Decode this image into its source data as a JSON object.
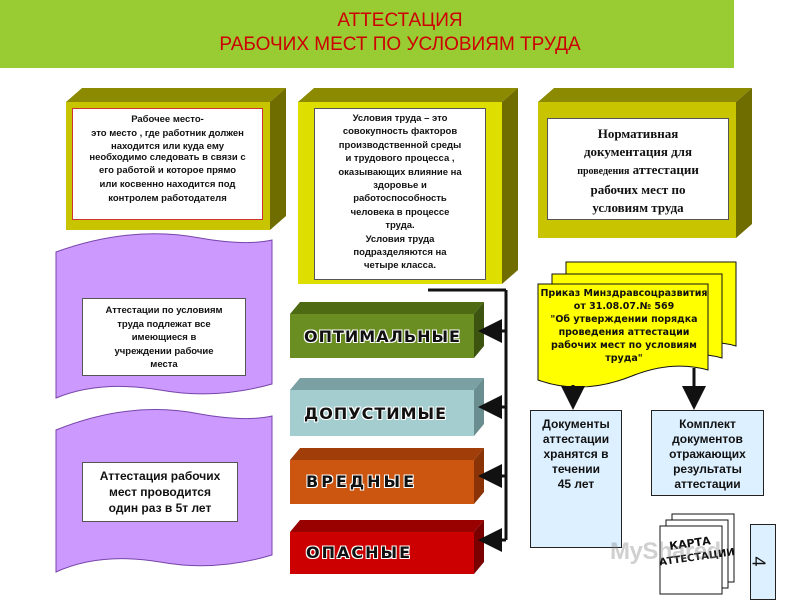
{
  "title": {
    "line1": "АТТЕСТАЦИЯ",
    "line2": "РАБОЧИХ  МЕСТ ПО УСЛОВИЯМ ТРУДА"
  },
  "boxes": {
    "workplace": {
      "line1": "Рабочее  место-",
      "line2": "это место , где работник должен",
      "line3": "находится или  куда  ему",
      "line4": "необходимо следовать  в связи с",
      "line5": "его  работой и которое  прямо",
      "line6": "или  косвенно  находится под",
      "line7": "контролем  работодателя"
    },
    "conditions": {
      "line1": "Условия  труда – это",
      "line2": "совокупность  факторов",
      "line3": "производственной  среды",
      "line4": "и трудового  процесса ,",
      "line5": "оказывающих  влияние  на",
      "line6": "здоровье  и",
      "line7": "работоспособность",
      "line8": "человека  в процессе",
      "line9": "труда.",
      "line10": "Условия  труда",
      "line11": "подразделяются    на",
      "line12": "четыре   класса."
    },
    "normative": {
      "line1": "Нормативная",
      "line2": "документация для",
      "line3a": "проведения",
      "line3b": "аттестации",
      "line4": "рабочих мест по",
      "line5": "условиям труда"
    }
  },
  "scrolls": {
    "subject": {
      "line1": "Аттестации  по  условиям",
      "line2": "труда  подлежат   все",
      "line3": "имеющиеся   в",
      "line4": "учреждении   рабочие",
      "line5": "места"
    },
    "period": {
      "line1": "Аттестация рабочих",
      "line2": "мест проводится",
      "line3": "один раз в 5т лет"
    }
  },
  "classes": [
    {
      "label": "ОПТИМАЛЬНЫЕ",
      "color": "#6b8e23"
    },
    {
      "label": "ДОПУСТИМЫЕ",
      "color": "#9fc5c8"
    },
    {
      "label": "ВРЕДНЫЕ",
      "color": "#c8500f"
    },
    {
      "label": "ОПАСНЫЕ",
      "color": "#c00000"
    }
  ],
  "order": {
    "line1": "Приказ Минздравсоцразвития",
    "line2": "от  31.08.07.№ 569",
    "line3": "\"Об утверждении  порядка",
    "line4": "проведения   аттестации",
    "line5": "рабочих мест по условиям",
    "line6": "труда\""
  },
  "documents": {
    "storage": {
      "line1": "Документы",
      "line2": "аттестации",
      "line3": "хранятся в",
      "line4": "течении",
      "line5": "45 лет"
    },
    "set": {
      "line1": "Комплект",
      "line2": "документов",
      "line3": "отражающих",
      "line4": "результаты",
      "line5": "аттестации"
    }
  },
  "card": {
    "line1": "КАРТА",
    "line2": "АТТЕСТАЦИИ"
  },
  "watermark": "MyShared",
  "page_number": "4",
  "colors": {
    "title_bar": "#99cc33",
    "title_text": "#cc0000",
    "box_face": "#c8c400",
    "box_top": "#8c8a00",
    "scroll": "#cc99ff",
    "order_yellow": "#ffff00",
    "doc_bg": "#ddf0ff"
  }
}
